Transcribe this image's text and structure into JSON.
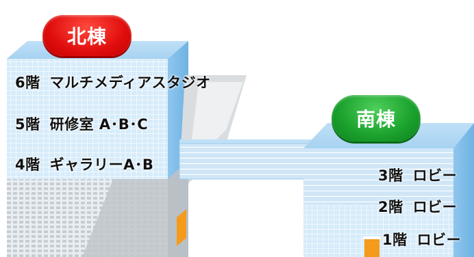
{
  "buildings": {
    "north": {
      "name": "北棟",
      "floors": [
        {
          "floor": "6階",
          "room": "マルチメディアスタジオ"
        },
        {
          "floor": "5階",
          "room": "研修室 A･B･C"
        },
        {
          "floor": "4階",
          "room": "ギャラリーA･B"
        }
      ]
    },
    "south": {
      "name": "南棟",
      "floors": [
        {
          "floor": "3階",
          "room": "ロビー"
        },
        {
          "floor": "2階",
          "room": "ロビー"
        },
        {
          "floor": "1階",
          "room": "ロビー"
        }
      ]
    }
  },
  "colors": {
    "north_badge": "#e00e0e",
    "south_badge": "#1aa02c",
    "glass": "#cfe6f7",
    "accent_door": "#f59a1b"
  }
}
